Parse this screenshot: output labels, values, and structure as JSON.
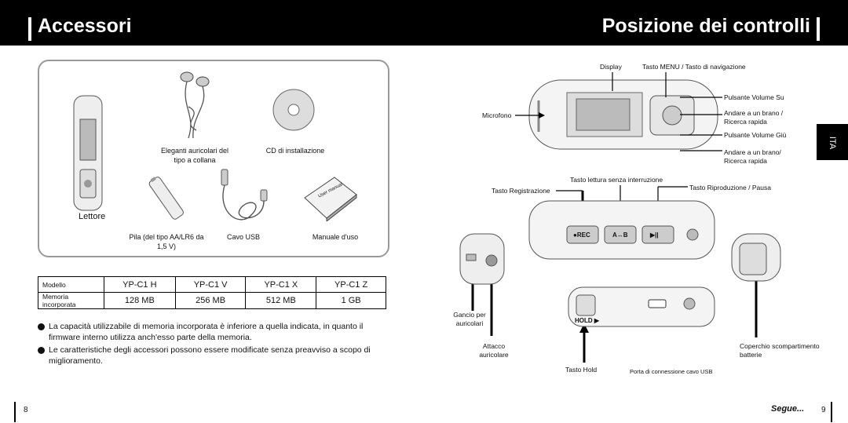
{
  "left_page": {
    "title": "Accessori",
    "page_number": "8",
    "items": {
      "player": "Lettore",
      "earphones": "Eleganti auricolari del tipo a collana",
      "cd": "CD di installazione",
      "battery": "Pila (del tipo AA/LR6 da 1,5 V)",
      "usb_cable": "Cavo USB",
      "manual": "Manuale d'uso",
      "manual_cover_text": "User manual"
    },
    "table": {
      "header": [
        "Modello",
        "YP-C1 H",
        "YP-C1 V",
        "YP-C1 X",
        "YP-C1 Z"
      ],
      "row": [
        "Memoria incorporata",
        "128 MB",
        "256 MB",
        "512 MB",
        "1 GB"
      ]
    },
    "notes": [
      "La capacità utilizzabile di memoria incorporata è inferiore a quella indicata, in quanto il firmware interno utilizza anch'esso parte della memoria.",
      "Le caratteristiche degli accessori possono essere modificate senza preavviso a scopo di miglioramento."
    ]
  },
  "right_page": {
    "title": "Posizione dei controlli",
    "page_number": "9",
    "segue": "Segue...",
    "tab": "ITA",
    "labels": {
      "display": "Display",
      "menu": "Tasto MENU / Tasto di navigazione",
      "vol_up": "Pulsante Volume Su",
      "next": "Andare a un brano / Ricerca rapida",
      "vol_down": "Pulsante Volume Giù",
      "prev": "Andare a un brano/ Ricerca rapida",
      "mic": "Microfono",
      "ab": "Tasto lettura senza interruzione",
      "rec": "Tasto Registrazione",
      "play": "Tasto Riproduzione / Pausa",
      "strap": "Gancio per auricolari",
      "earphone": "Attacco auricolare",
      "cover": "Coperchio scompartimento batterie",
      "hold": "Tasto Hold",
      "usb": "Porta di connessione cavo USB"
    },
    "device_marks": {
      "rec_btn": "●REC",
      "ab_btn": "A↔B",
      "play_btn": "▶||",
      "hold_text": "HOLD ▶"
    }
  }
}
